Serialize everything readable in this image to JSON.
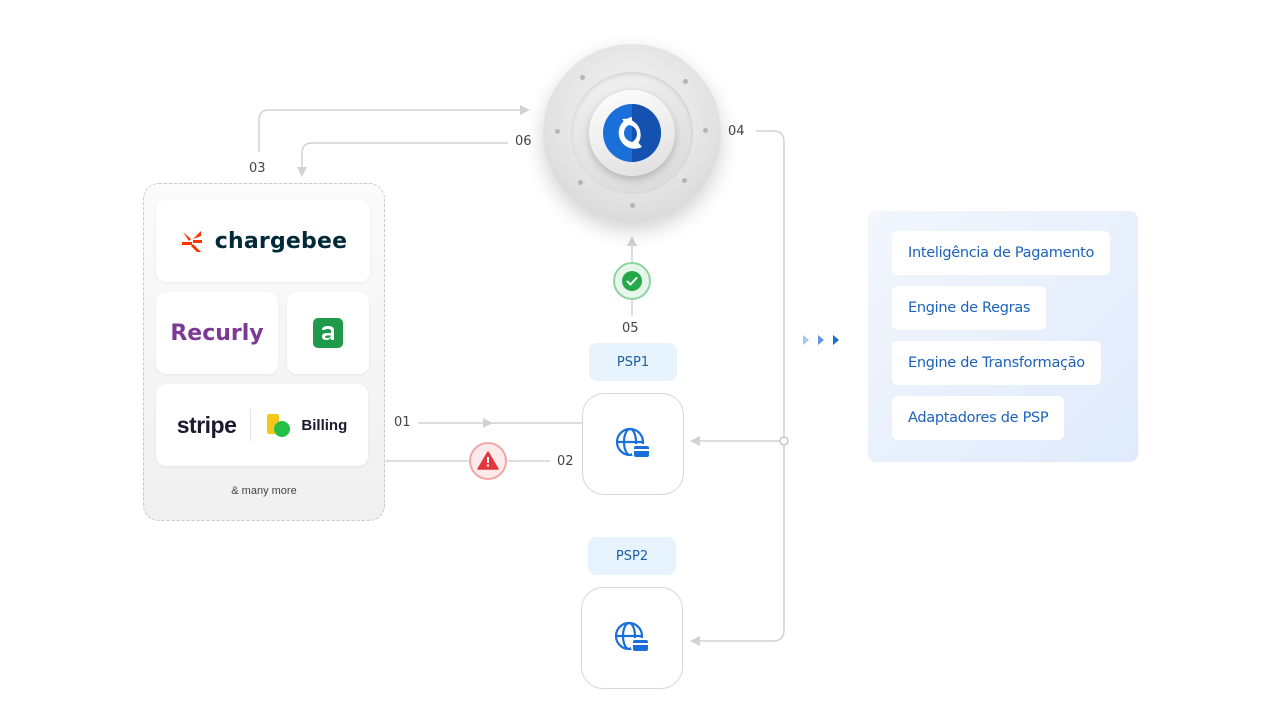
{
  "steps": {
    "s01": "01",
    "s02": "02",
    "s03": "03",
    "s04": "04",
    "s05": "05",
    "s06": "06"
  },
  "billing": {
    "chargebee": "chargebee",
    "recurly": "Recurly",
    "stripe": "stripe",
    "stripe_billing": "Billing",
    "more": "& many more"
  },
  "psp": {
    "psp1": "PSP1",
    "psp2": "PSP2"
  },
  "features": [
    "Inteligência de Pagamento",
    "Engine de Regras",
    "Engine de Transformação",
    "Adaptadores de PSP"
  ],
  "icons": {
    "vault": "vault-icon",
    "psp": "globe-card-icon",
    "success": "check-circle-icon",
    "error": "warning-triangle-icon"
  },
  "colors": {
    "accent_blue": "#1a6fd8",
    "feature_text": "#1c62b9",
    "success_green": "#23a84a",
    "error_red": "#e0383e",
    "chargebee_orange": "#ff3300",
    "recurly_purple": "#7b3a96",
    "line_gray": "#cfcfcf"
  }
}
